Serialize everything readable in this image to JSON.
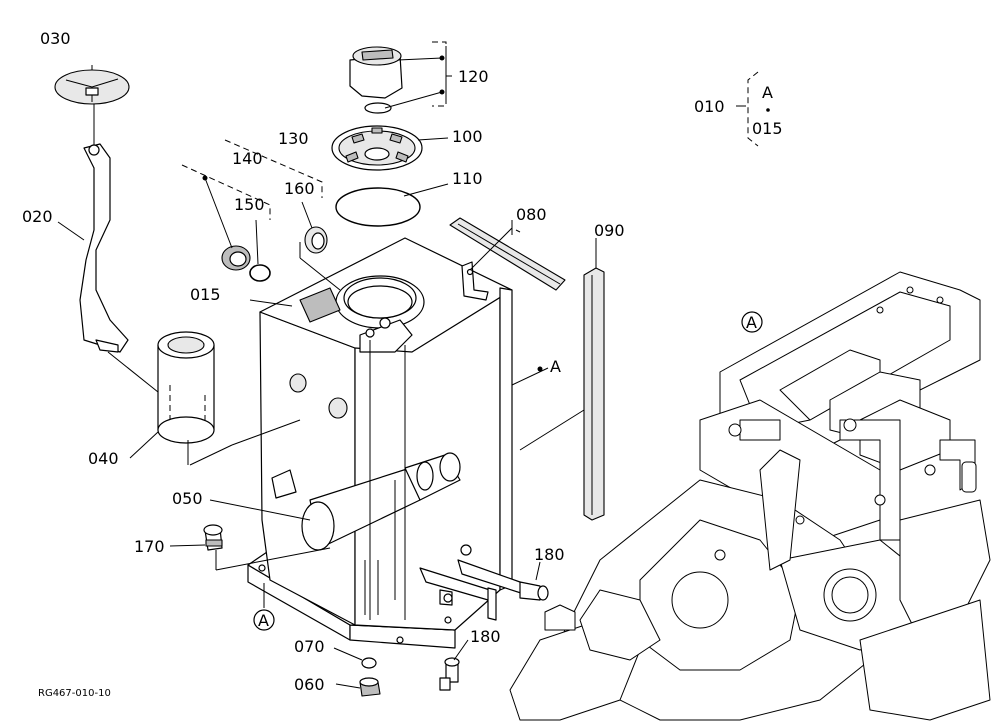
{
  "diagram_code": "RG467-010-10",
  "legend": {
    "ref": "010",
    "arrow_label": "A",
    "sub": "015"
  },
  "parts": {
    "p030": "030",
    "p020": "020",
    "p040": "040",
    "p120": "120",
    "p100": "100",
    "p110": "110",
    "p130": "130",
    "p140": "140",
    "p150": "150",
    "p160": "160",
    "p015": "015",
    "p080": "080",
    "p090": "090",
    "p050": "050",
    "p170": "170",
    "p180a": "180",
    "p180b": "180",
    "p070": "070",
    "p060": "060"
  },
  "markers": {
    "a_tank": "A",
    "a_bottom": "A",
    "a_frame": "A"
  }
}
